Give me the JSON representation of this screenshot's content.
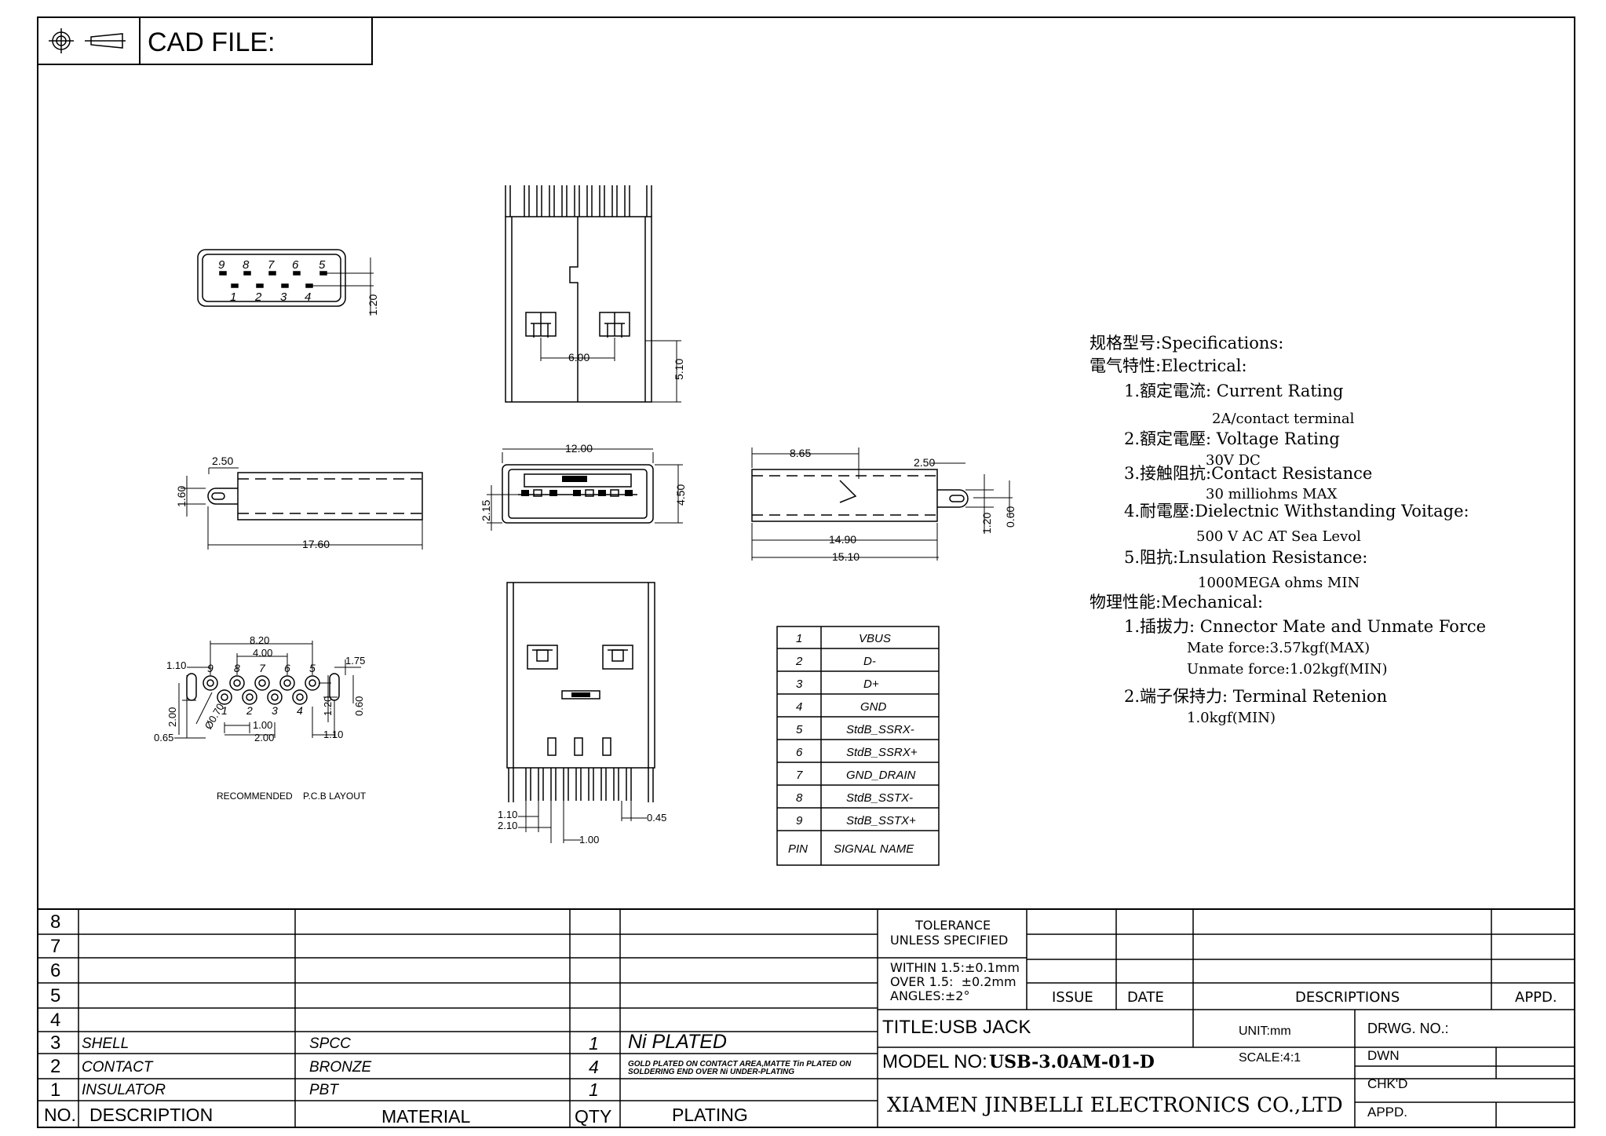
{
  "header": {
    "cad_file_label": "CAD FILE:"
  },
  "top_view_pins": {
    "top_row": [
      "9",
      "8",
      "7",
      "6",
      "5"
    ],
    "bottom_row": [
      "1",
      "2",
      "3",
      "4"
    ],
    "dim_height": "1.20"
  },
  "front_view": {
    "dim_spacing": "6.00",
    "dim_height": "5.10"
  },
  "left_side_view": {
    "dim_tab": "2.50",
    "dim_height": "1.60",
    "dim_length": "17.60"
  },
  "face_view": {
    "dim_width": "12.00",
    "dim_height": "4.50",
    "dim_offset": "2.15"
  },
  "right_side_view": {
    "dim_top": "8.65",
    "dim_tab": "2.50",
    "dim_len1": "14.90",
    "dim_len2": "15.10",
    "dim_h1": "1.20",
    "dim_h2": "0.60"
  },
  "pcb_layout": {
    "dim_total": "8.20",
    "dim_inner": "4.00",
    "dim_pin_dia": "1.10",
    "dim_right": "1.75",
    "dim_hole": "Ø0.70",
    "dim_vert": "2.00",
    "dim_left_off": "0.65",
    "dim_pitch1": "1.00",
    "dim_pitch2": "2.00",
    "dim_right_off": "1.10",
    "dim_v1": "1.20",
    "dim_v2": "0.60",
    "pins_top": [
      "9",
      "8",
      "7",
      "6",
      "5"
    ],
    "pins_bottom": [
      "1",
      "2",
      "3",
      "4"
    ],
    "caption": "RECOMMENDED    P.C.B LAYOUT"
  },
  "bottom_view": {
    "dim_a": "1.10",
    "dim_b": "2.10",
    "dim_c": "1.00",
    "dim_d": "0.45"
  },
  "pin_table": {
    "rows": [
      {
        "pin": "1",
        "signal": "VBUS"
      },
      {
        "pin": "2",
        "signal": "D-"
      },
      {
        "pin": "3",
        "signal": "D+"
      },
      {
        "pin": "4",
        "signal": "GND"
      },
      {
        "pin": "5",
        "signal": "StdB_SSRX-"
      },
      {
        "pin": "6",
        "signal": "StdB_SSRX+"
      },
      {
        "pin": "7",
        "signal": "GND_DRAIN"
      },
      {
        "pin": "8",
        "signal": "StdB_SSTX-"
      },
      {
        "pin": "9",
        "signal": "StdB_SSTX+"
      }
    ],
    "header_pin": "PIN",
    "header_signal": "SIGNAL NAME"
  },
  "specs": {
    "lines": [
      "规格型号:Specifications:",
      "電气特性:Electrical:",
      "1.額定電流: Current Rating",
      "2A/contact terminal",
      "2.額定電壓: Voltage Rating",
      "30V DC",
      "3.接触阻抗:Contact Resistance",
      "30 milliohms MAX",
      "4.耐電壓:Dielectnic Withstanding Voitage:",
      "500 V AC AT Sea Levol",
      "5.阻抗:Lnsulation Resistance:",
      "1000MEGA ohms MIN",
      "物理性能:Mechanical:",
      "1.插拔力: Cnnector Mate and Unmate Force",
      "Mate force:3.57kgf(MAX)",
      "Unmate force:1.02kgf(MIN)",
      "2.端子保持力: Terminal Retenion",
      "1.0kgf(MIN)"
    ]
  },
  "bom": {
    "row_numbers": [
      "8",
      "7",
      "6",
      "5",
      "4",
      "3",
      "2",
      "1"
    ],
    "items": [
      {
        "no": "3",
        "description": "SHELL",
        "material": "SPCC",
        "qty": "1",
        "plating": "Ni PLATED"
      },
      {
        "no": "2",
        "description": "CONTACT",
        "material": "BRONZE",
        "qty": "4",
        "plating": "GOLD PLATED ON CONTACT AREA,MATTE Tin PLATED ON SOLDERING END OVER Ni UNDER-PLATING"
      },
      {
        "no": "1",
        "description": "INSULATOR",
        "material": "PBT",
        "qty": "1",
        "plating": ""
      }
    ],
    "header": {
      "no": "NO.",
      "description": "DESCRIPTION",
      "material": "MATERIAL",
      "qty": "QTY",
      "plating": "PLATING"
    },
    "plating_line1": "GOLD PLATED ON CONTACT AREA,MATTE Tin PLATED ON",
    "plating_line2": "SOLDERING END OVER Ni UNDER-PLATING"
  },
  "title_block": {
    "tolerance_line1": "TOLERANCE",
    "tolerance_line2": "UNLESS SPECIFIED",
    "within": "WITHIN 1.5:±0.1mm",
    "over": "OVER 1.5:  ±0.2mm",
    "angles": "ANGLES:±2°",
    "issue": "ISSUE",
    "date": "DATE",
    "descriptions": "DESCRIPTIONS",
    "appd": "APPD.",
    "title": "TITLE:USB JACK",
    "unit": "UNIT:mm",
    "drwg_no": "DRWG. NO.:",
    "model_label": "MODEL NO:",
    "model_value": "USB-3.0AM-01-D",
    "scale": "SCALE:4:1",
    "dwn": "DWN",
    "chkd": "CHK'D",
    "appd2": "APPD.",
    "company": "XIAMEN JINBELLI ELECTRONICS CO.,LTD"
  }
}
